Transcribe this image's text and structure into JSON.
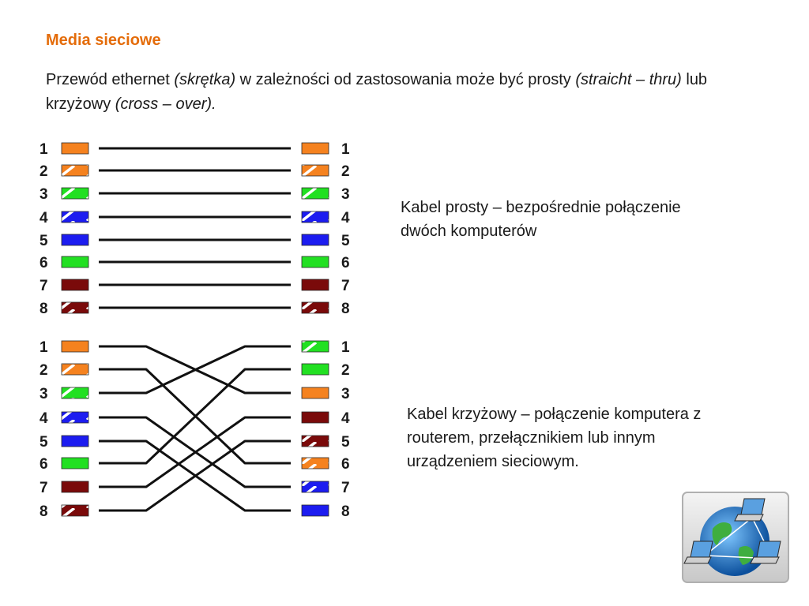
{
  "title": "Media sieciowe",
  "intro": {
    "part1": "Przewód ethernet  ",
    "part2": "(skrętka)",
    "part3": " w zależności od zastosowania może być prosty ",
    "part4": "(straicht – thru)",
    "part5": " lub krzyżowy ",
    "part6": "(cross – over)."
  },
  "straight_caption": "Kabel prosty – bezpośrednie połączenie dwóch komputerów",
  "cross_caption": "Kabel krzyżowy – połączenie komputera z routerem, przełącznikiem lub innym urządzeniem sieciowym.",
  "colors": {
    "orange": "#f5821f",
    "green": "#22e022",
    "blue": "#1c1cf0",
    "brown": "#7a0a0a",
    "wire": "#111111"
  },
  "straight_cable": {
    "left": [
      {
        "pin": "1",
        "color": "orange",
        "striped": false
      },
      {
        "pin": "2",
        "color": "orange",
        "striped": true
      },
      {
        "pin": "3",
        "color": "green",
        "striped": true
      },
      {
        "pin": "4",
        "color": "blue",
        "striped": true
      },
      {
        "pin": "5",
        "color": "blue",
        "striped": false
      },
      {
        "pin": "6",
        "color": "green",
        "striped": false
      },
      {
        "pin": "7",
        "color": "brown",
        "striped": false
      },
      {
        "pin": "8",
        "color": "brown",
        "striped": true
      }
    ],
    "right": [
      {
        "pin": "1",
        "color": "orange",
        "striped": false
      },
      {
        "pin": "2",
        "color": "orange",
        "striped": true
      },
      {
        "pin": "3",
        "color": "green",
        "striped": true
      },
      {
        "pin": "4",
        "color": "blue",
        "striped": true
      },
      {
        "pin": "5",
        "color": "blue",
        "striped": false
      },
      {
        "pin": "6",
        "color": "green",
        "striped": false
      },
      {
        "pin": "7",
        "color": "brown",
        "striped": false
      },
      {
        "pin": "8",
        "color": "brown",
        "striped": true
      }
    ],
    "connections": [
      [
        1,
        1
      ],
      [
        2,
        2
      ],
      [
        3,
        3
      ],
      [
        4,
        4
      ],
      [
        5,
        5
      ],
      [
        6,
        6
      ],
      [
        7,
        7
      ],
      [
        8,
        8
      ]
    ]
  },
  "cross_cable": {
    "left": [
      {
        "pin": "1",
        "color": "orange",
        "striped": false
      },
      {
        "pin": "2",
        "color": "orange",
        "striped": true
      },
      {
        "pin": "3",
        "color": "green",
        "striped": true
      },
      {
        "pin": "4",
        "color": "blue",
        "striped": true
      },
      {
        "pin": "5",
        "color": "blue",
        "striped": false
      },
      {
        "pin": "6",
        "color": "green",
        "striped": false
      },
      {
        "pin": "7",
        "color": "brown",
        "striped": false
      },
      {
        "pin": "8",
        "color": "brown",
        "striped": true
      }
    ],
    "right": [
      {
        "pin": "1",
        "color": "green",
        "striped": true
      },
      {
        "pin": "2",
        "color": "green",
        "striped": false
      },
      {
        "pin": "3",
        "color": "orange",
        "striped": false
      },
      {
        "pin": "4",
        "color": "brown",
        "striped": false
      },
      {
        "pin": "5",
        "color": "brown",
        "striped": true
      },
      {
        "pin": "6",
        "color": "orange",
        "striped": true
      },
      {
        "pin": "7",
        "color": "blue",
        "striped": true
      },
      {
        "pin": "8",
        "color": "blue",
        "striped": false
      }
    ],
    "connections": [
      [
        1,
        3
      ],
      [
        2,
        6
      ],
      [
        3,
        1
      ],
      [
        4,
        7
      ],
      [
        5,
        8
      ],
      [
        6,
        2
      ],
      [
        7,
        4
      ],
      [
        8,
        5
      ]
    ]
  },
  "logo": {
    "icon": "network-globe-icon"
  }
}
